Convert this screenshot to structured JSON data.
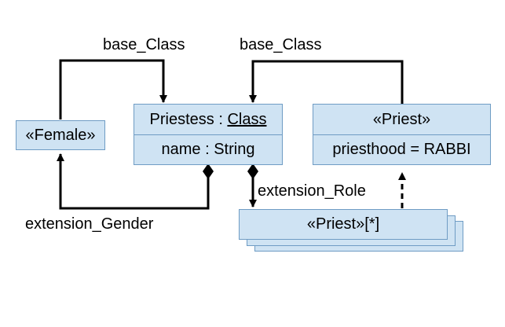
{
  "female_box": {
    "stereotype": "«Female»"
  },
  "priestess_box": {
    "name": "Priestess",
    "separator": " : ",
    "classifier": "Class",
    "attribute": "name : String"
  },
  "priest_box": {
    "stereotype": "«Priest»",
    "attribute": "priesthood = RABBI"
  },
  "priest_multi_box": {
    "label": "«Priest»[*]"
  },
  "labels": {
    "base_class_left": "base_Class",
    "base_class_right": "base_Class",
    "extension_gender": "extension_Gender",
    "extension_role": "extension_Role"
  },
  "colors": {
    "box_fill": "#cfe3f3",
    "box_border": "#6f9cc4",
    "line": "#000000"
  }
}
